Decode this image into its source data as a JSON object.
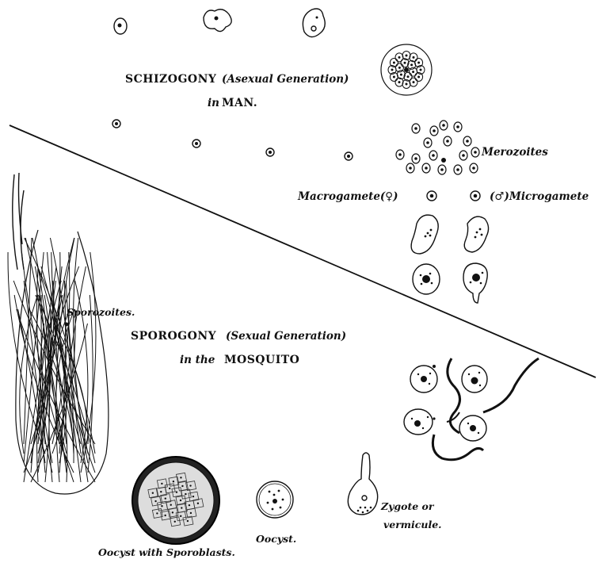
{
  "labels": {
    "schizogony_title": "Schizogony",
    "schizogony_sub": "(Asexual Generation)",
    "in_man_prefix": "in",
    "in_man": "Man.",
    "merozoites": "Merozoites",
    "macrogamete": "Macrogamete(♀)",
    "microgamete": "(♂)Microgamete",
    "sporozoites": "Sporozoites.",
    "sporogony_title": "Sporogony",
    "sporogony_sub": "(Sexual Generation)",
    "in_mosquito_prefix": "in the",
    "in_mosquito": "Mosquito",
    "oocyst_sporoblasts": "Oocyst with Sporoblasts.",
    "oocyst": "Oocyst.",
    "zygote_line1": "Zygote or",
    "zygote_line2": "vermicule."
  }
}
